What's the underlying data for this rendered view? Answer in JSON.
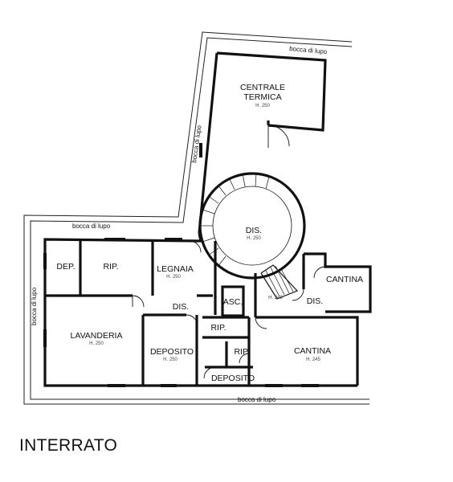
{
  "rooms": {
    "centrale_termica": {
      "line1": "CENTRALE",
      "line2": "TERMICA",
      "height": "H. 250"
    },
    "dis_stair": {
      "name": "DIS.",
      "height": "H. 250"
    },
    "dep": {
      "name": "DEP."
    },
    "rip_top": {
      "name": "RIP."
    },
    "legnaia": {
      "name": "LEGNAIA",
      "height": "H. 250"
    },
    "lavanderia": {
      "name": "LAVANDERIA",
      "height": "H. 250"
    },
    "dis_left": {
      "name": "DIS."
    },
    "asc": {
      "name": "ASC."
    },
    "rip_mid": {
      "name": "RIP."
    },
    "rip_small": {
      "name": "RIP."
    },
    "deposito_left": {
      "name": "DEPOSITO",
      "height": "H. 250"
    },
    "deposito_bottom": {
      "name": "DEPOSITO"
    },
    "cantina_small": {
      "name": "CANTINA"
    },
    "dis_right": {
      "name": "DIS."
    },
    "h245_mid": {
      "height": "H. 245"
    },
    "cantina_big": {
      "name": "CANTINA",
      "height": "H. 245"
    }
  },
  "notes": {
    "bocca_top": "bocca di lupo",
    "bocca_diag": "bocca di lupo",
    "bocca_upper_left": "bocca di lupo",
    "bocca_left": "bocca di lupo",
    "bocca_bottom": "bocca di lupo"
  },
  "caption": "INTERRATO"
}
